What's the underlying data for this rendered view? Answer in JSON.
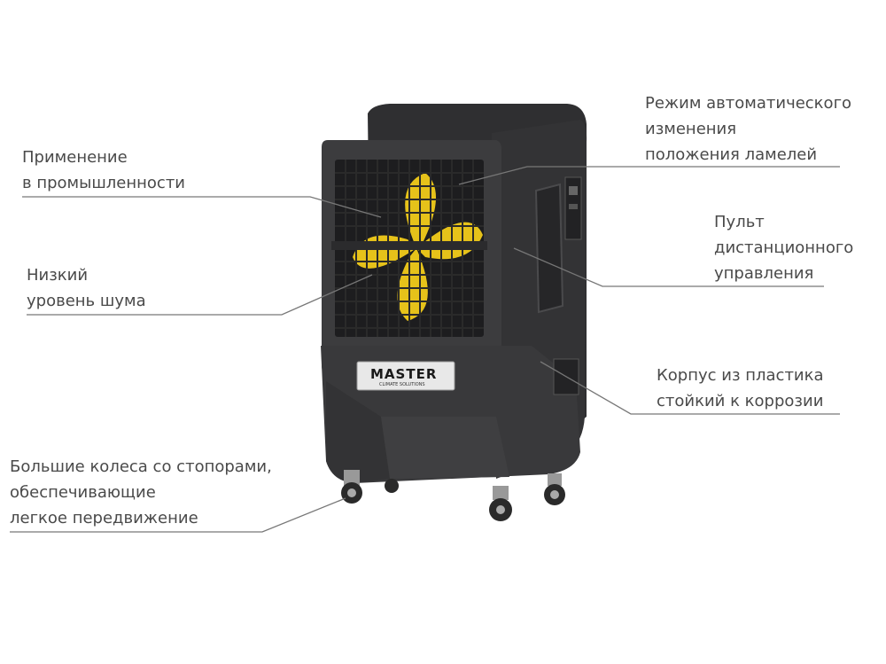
{
  "product": {
    "brand_logo": "MASTER",
    "brand_subtitle": "CLIMATE SOLUTIONS"
  },
  "callouts": {
    "industry": [
      "Применение",
      "в промышленности"
    ],
    "noise": [
      "Низкий",
      "уровень шума"
    ],
    "wheels": [
      "Большие колеса со стопорами,",
      "обеспечивающие",
      "легкое передвижение"
    ],
    "auto_louvers": [
      "Режим автоматического",
      "изменения",
      "положения ламелей"
    ],
    "remote": [
      "Пульт",
      "дистанционного",
      "управления"
    ],
    "body": [
      "Корпус из пластика",
      "стойкий к коррозии"
    ]
  },
  "colors": {
    "body": "#3a3a3c",
    "fan_blades": "#e6c21a",
    "text": "#4a4a4a",
    "leader_line": "#777777"
  }
}
